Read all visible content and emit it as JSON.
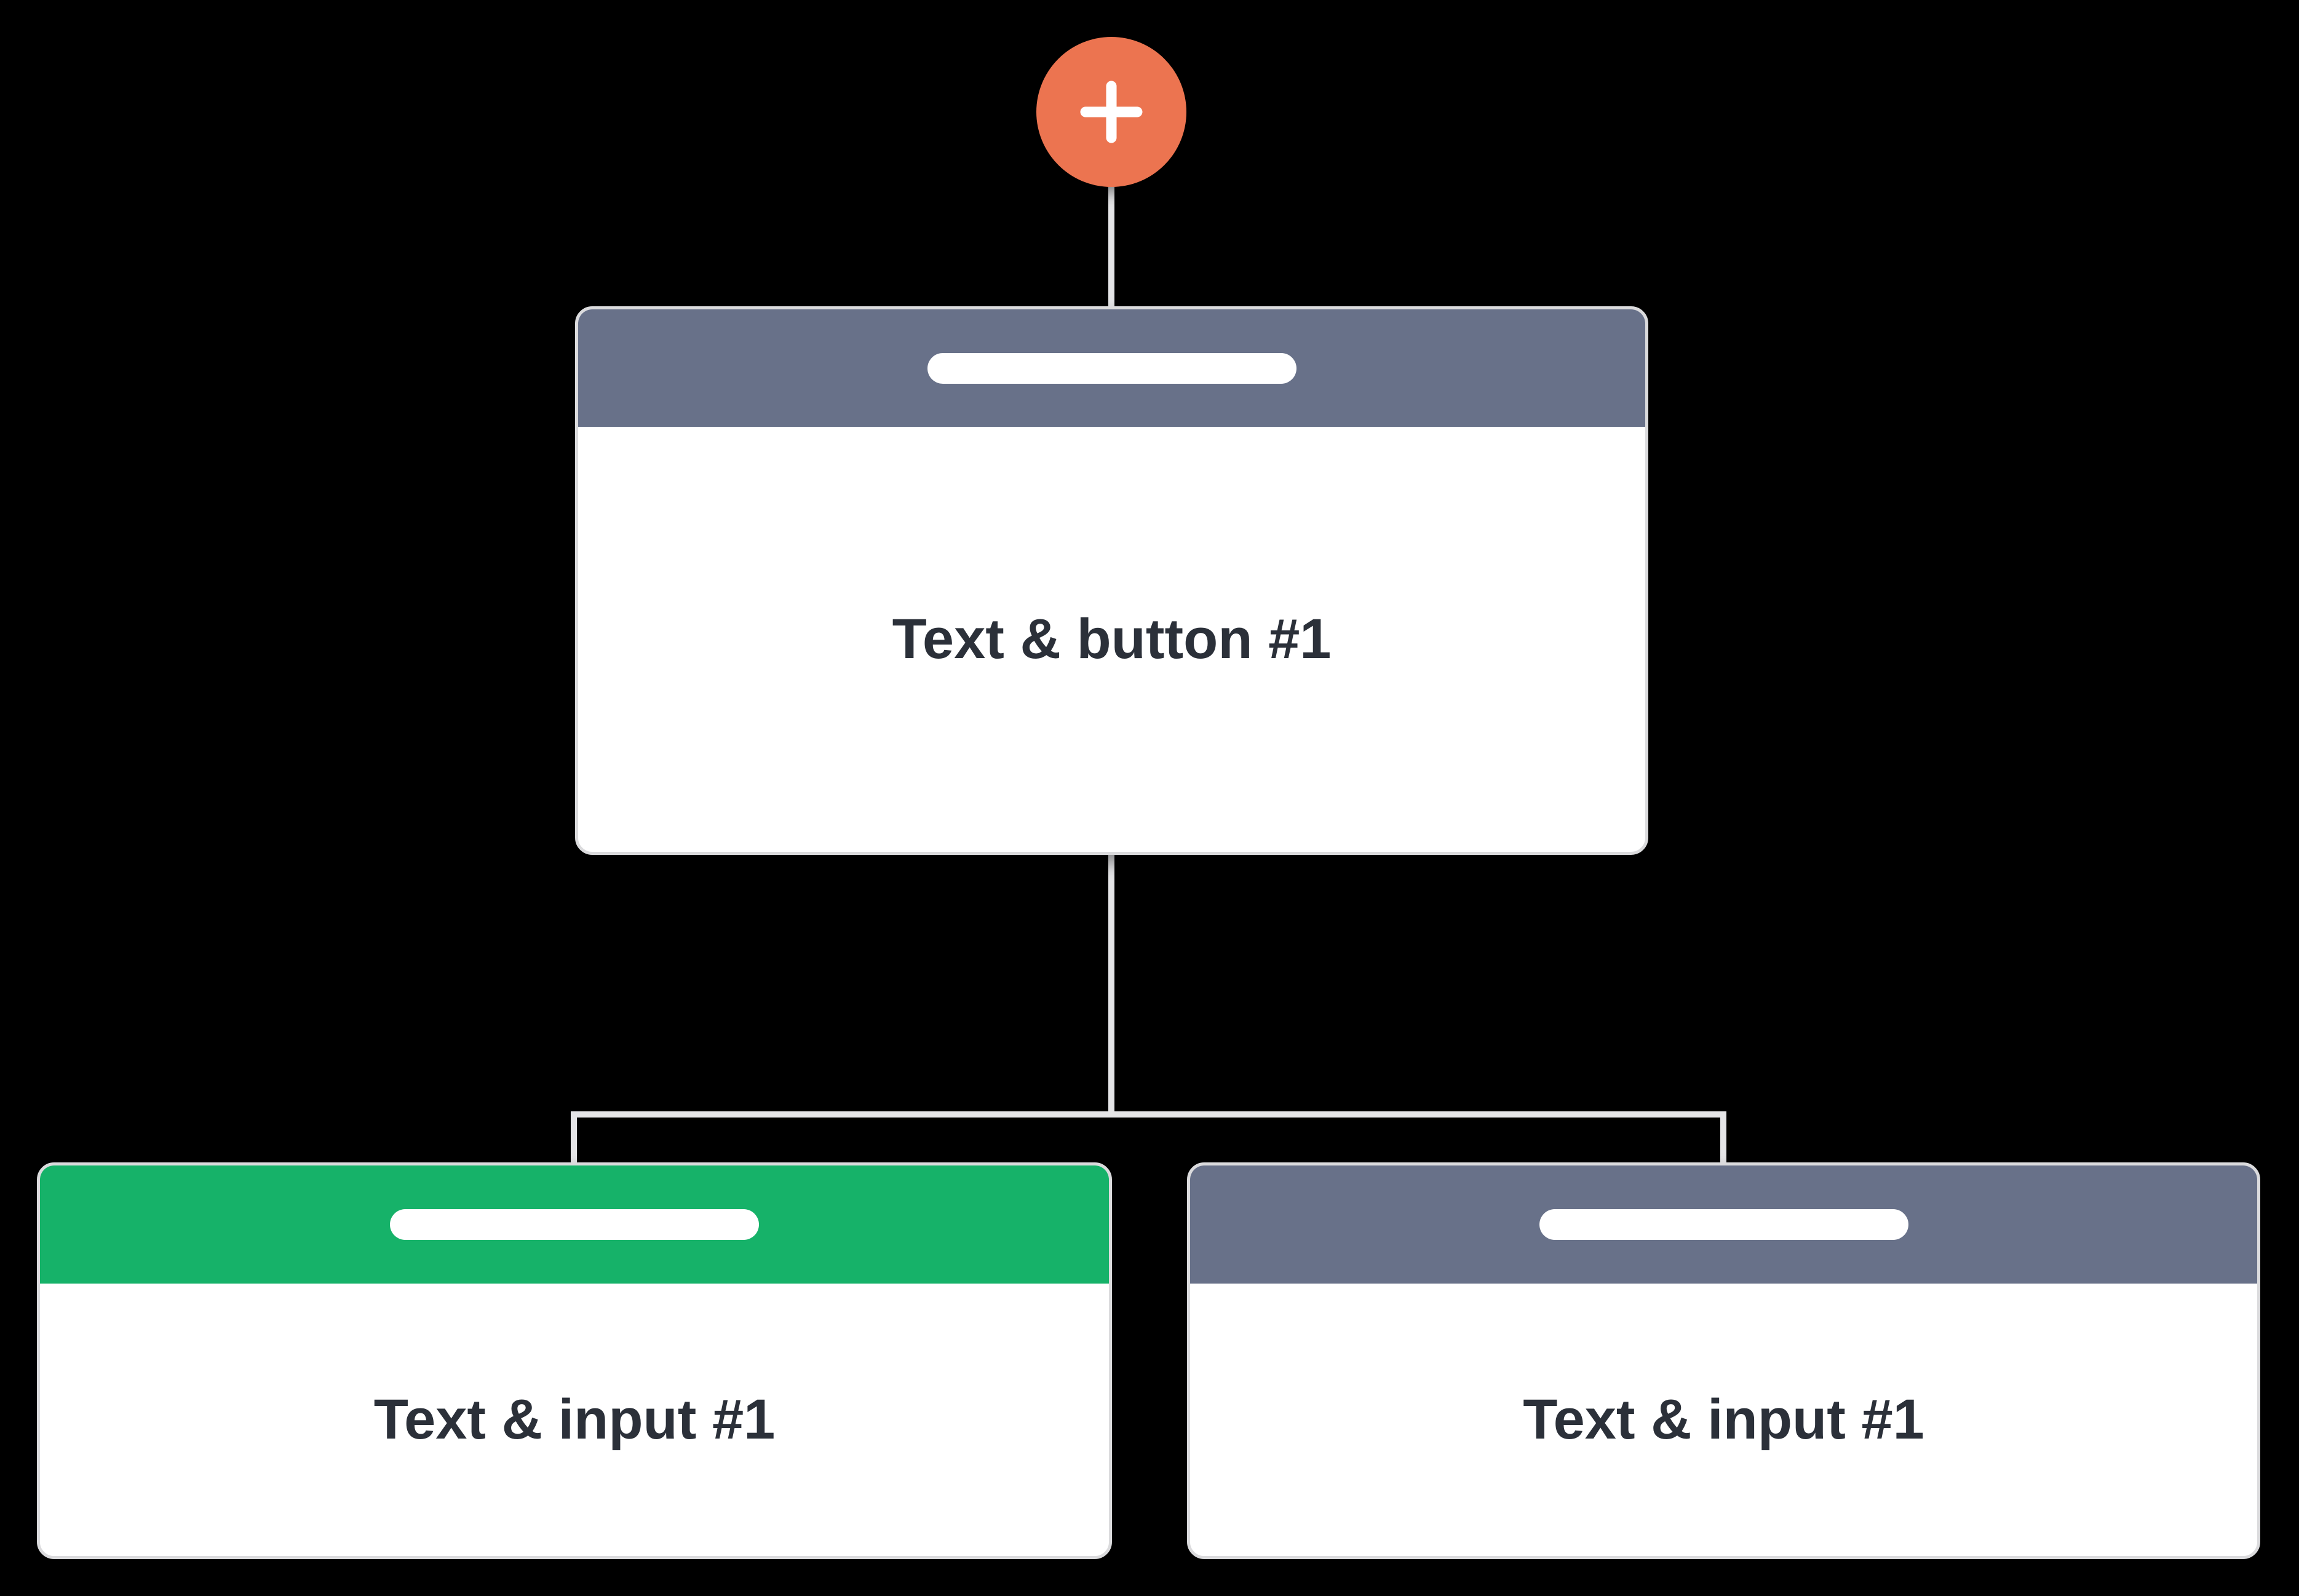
{
  "canvas": {
    "background_color": "#000000",
    "connector_color": "#E5E5E7"
  },
  "add_button": {
    "icon": "plus-icon",
    "color": "#EC7450",
    "plus_color": "#FFFFFF"
  },
  "nodes": [
    {
      "id": "root",
      "title": "Text & button #1",
      "header_color": "#687189",
      "body_color": "#FFFFFF",
      "text_color": "#2B3039",
      "pill_color": "#FFFFFF"
    },
    {
      "id": "child-left",
      "title": "Text & input #1",
      "header_color": "#16B269",
      "body_color": "#FFFFFF",
      "text_color": "#2B3039",
      "pill_color": "#FFFFFF"
    },
    {
      "id": "child-right",
      "title": "Text & input #1",
      "header_color": "#687189",
      "body_color": "#FFFFFF",
      "text_color": "#2B3039",
      "pill_color": "#FFFFFF"
    }
  ]
}
